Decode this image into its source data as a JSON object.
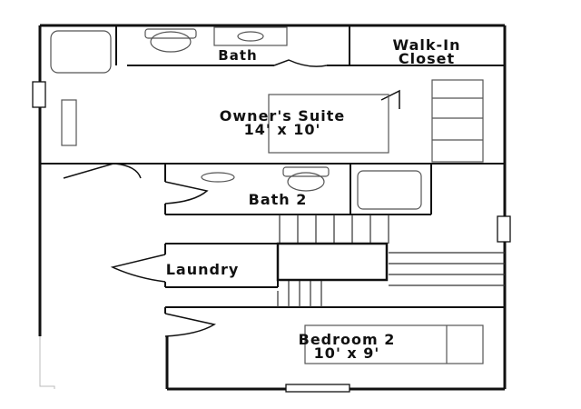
{
  "rooms": {
    "bath": {
      "name": "Bath"
    },
    "walk_in_closet": {
      "line1": "Walk-In",
      "line2": "Closet"
    },
    "owners_suite": {
      "name": "Owner's Suite",
      "size": "14' x 10'"
    },
    "bath_2": {
      "name": "Bath 2"
    },
    "laundry": {
      "name": "Laundry"
    },
    "bedroom_2": {
      "name": "Bedroom 2",
      "size": "10' x 9'"
    }
  },
  "colors": {
    "wall": "#111111",
    "fixture": "#555555",
    "background": "#ffffff"
  }
}
